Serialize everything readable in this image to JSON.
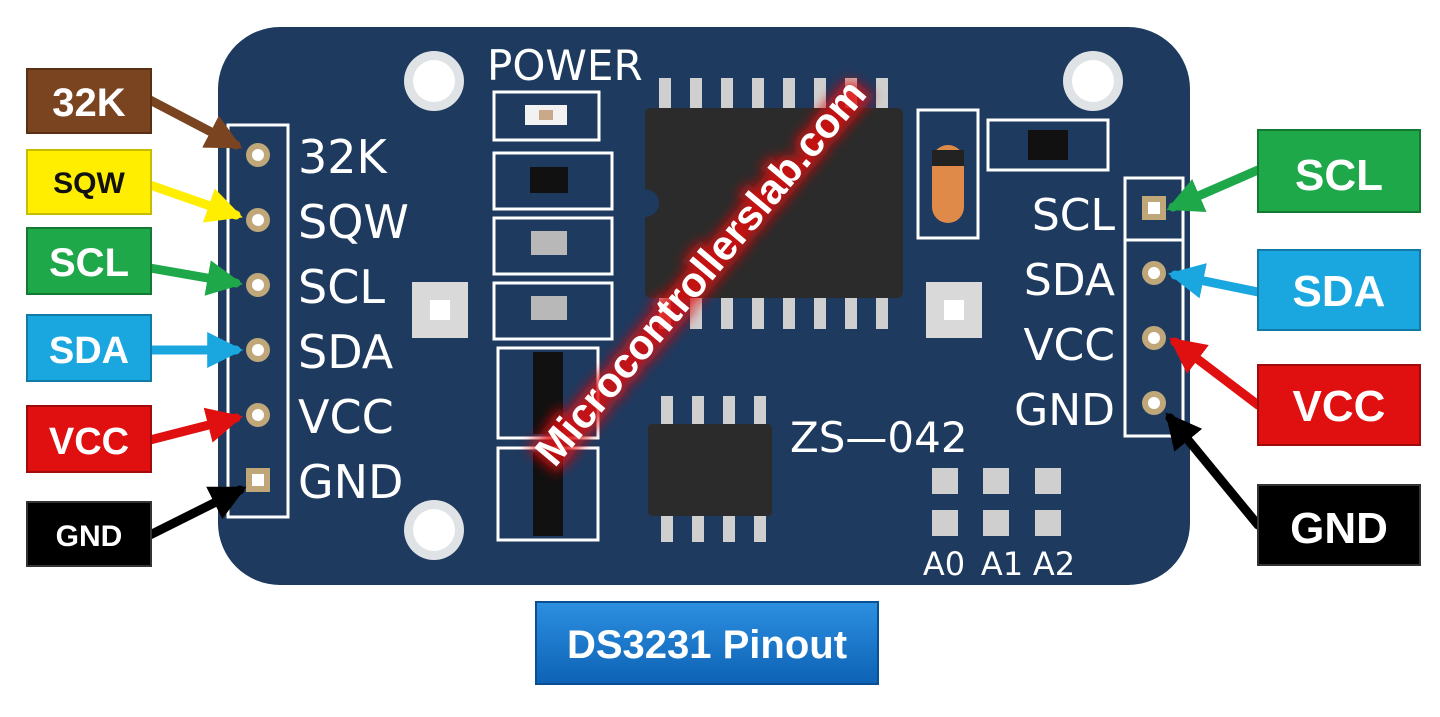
{
  "title": "DS3231 Pinout",
  "watermark": "Microcontrollerslab.com",
  "board": {
    "model": "ZS—042",
    "power_label": "POWER",
    "left_header_pins": [
      "32K",
      "SQW",
      "SCL",
      "SDA",
      "VCC",
      "GND"
    ],
    "right_header_pins": [
      "SCL",
      "SDA",
      "VCC",
      "GND"
    ],
    "address_pads": [
      "A0",
      "A1",
      "A2"
    ],
    "color": "#1e3a5f"
  },
  "left_labels": [
    {
      "text": "32K",
      "color": "#7a4420"
    },
    {
      "text": "SQW",
      "color": "#ffee00"
    },
    {
      "text": "SCL",
      "color": "#1fa84a"
    },
    {
      "text": "SDA",
      "color": "#1aa7e0"
    },
    {
      "text": "VCC",
      "color": "#e01010"
    },
    {
      "text": "GND",
      "color": "#000000"
    }
  ],
  "right_labels": [
    {
      "text": "SCL",
      "color": "#1fa84a"
    },
    {
      "text": "SDA",
      "color": "#1aa7e0"
    },
    {
      "text": "VCC",
      "color": "#e01010"
    },
    {
      "text": "GND",
      "color": "#000000"
    }
  ]
}
